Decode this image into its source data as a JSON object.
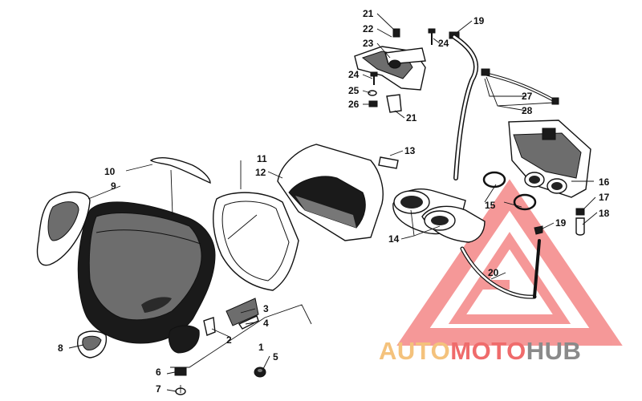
{
  "diagram": {
    "labels": [
      {
        "id": "p1",
        "text": "1"
      },
      {
        "id": "p2",
        "text": "2"
      },
      {
        "id": "p3",
        "text": "3"
      },
      {
        "id": "p4",
        "text": "4"
      },
      {
        "id": "p5",
        "text": "5"
      },
      {
        "id": "p6",
        "text": "6"
      },
      {
        "id": "p7",
        "text": "7"
      },
      {
        "id": "p8",
        "text": "8"
      },
      {
        "id": "p9",
        "text": "9"
      },
      {
        "id": "p10",
        "text": "10"
      },
      {
        "id": "p11",
        "text": "11"
      },
      {
        "id": "p12",
        "text": "12"
      },
      {
        "id": "p13",
        "text": "13"
      },
      {
        "id": "p14",
        "text": "14"
      },
      {
        "id": "p15",
        "text": "15"
      },
      {
        "id": "p16",
        "text": "16"
      },
      {
        "id": "p17",
        "text": "17"
      },
      {
        "id": "p18",
        "text": "18"
      },
      {
        "id": "p19a",
        "text": "19"
      },
      {
        "id": "p19b",
        "text": "19"
      },
      {
        "id": "p20",
        "text": "20"
      },
      {
        "id": "p21a",
        "text": "21"
      },
      {
        "id": "p21b",
        "text": "21"
      },
      {
        "id": "p22",
        "text": "22"
      },
      {
        "id": "p23",
        "text": "23"
      },
      {
        "id": "p24a",
        "text": "24"
      },
      {
        "id": "p24b",
        "text": "24"
      },
      {
        "id": "p25",
        "text": "25"
      },
      {
        "id": "p26",
        "text": "26"
      },
      {
        "id": "p27",
        "text": "27"
      },
      {
        "id": "p28",
        "text": "28"
      }
    ]
  },
  "watermark": {
    "part1": "AUTO",
    "part2": "MOTO",
    "part3": "HUB",
    "colors": {
      "auto": "#f4c27c",
      "moto": "#ef6b6b",
      "hub": "#8a8a8a",
      "triangle": "#ef5a5a"
    }
  }
}
